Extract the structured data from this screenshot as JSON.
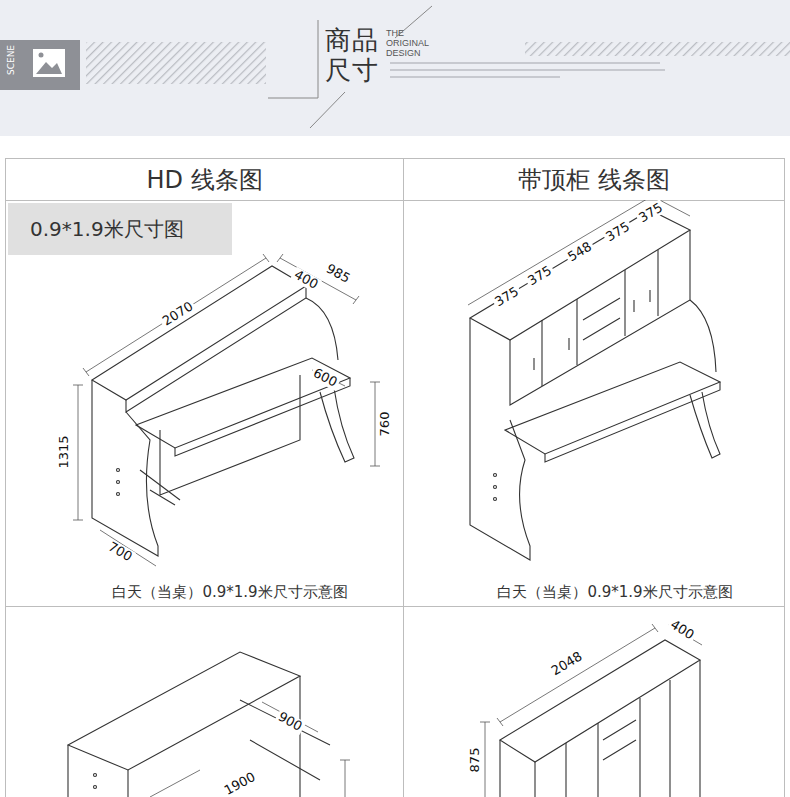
{
  "diagram": {
    "title": "商品 尺寸",
    "nodes": [
      {
        "text": [
          "HD 线条图"
        ]
      },
      {
        "text": [
          "带顶柜 线条图"
        ]
      },
      {
        "text": [
          "0.9*1.9米尺寸图"
        ]
      }
    ],
    "labels": [
      "SCENE",
      "THE ORIGINAL DESIGN",
      "2070",
      "985",
      "400",
      "600",
      "1315",
      "760",
      "700",
      "白天（当桌）0.9*1.9米尺寸示意图",
      "375",
      "375",
      "548",
      "375",
      "375",
      "白天（当桌）0.9*1.9米尺寸示意图",
      "900",
      "1900",
      "2048",
      "400",
      "875"
    ]
  }
}
